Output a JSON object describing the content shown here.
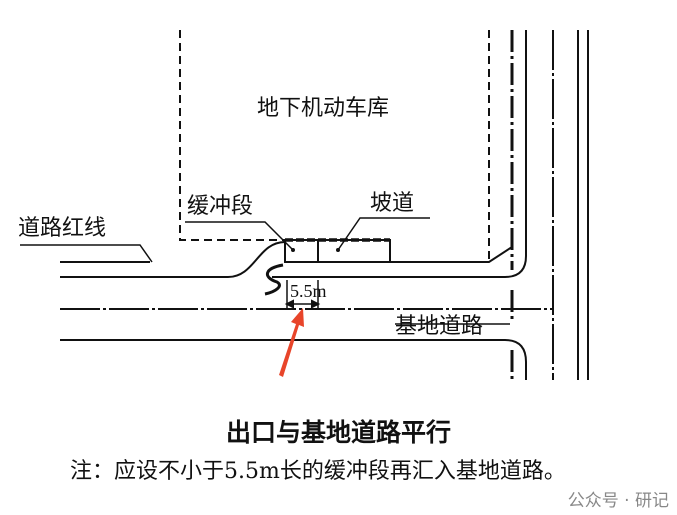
{
  "labels": {
    "garage": "地下机动车库",
    "buffer": "缓冲段",
    "ramp": "坡道",
    "red_line": "道路红线",
    "base_road": "基地道路",
    "dimension": "5.5m"
  },
  "title": "出口与基地道路平行",
  "note": "注：应设不小于5.5m长的缓冲段再汇入基地道路。",
  "watermark": "公众号 · 研记",
  "colors": {
    "line": "#111111",
    "arrow": "#e8452a"
  }
}
